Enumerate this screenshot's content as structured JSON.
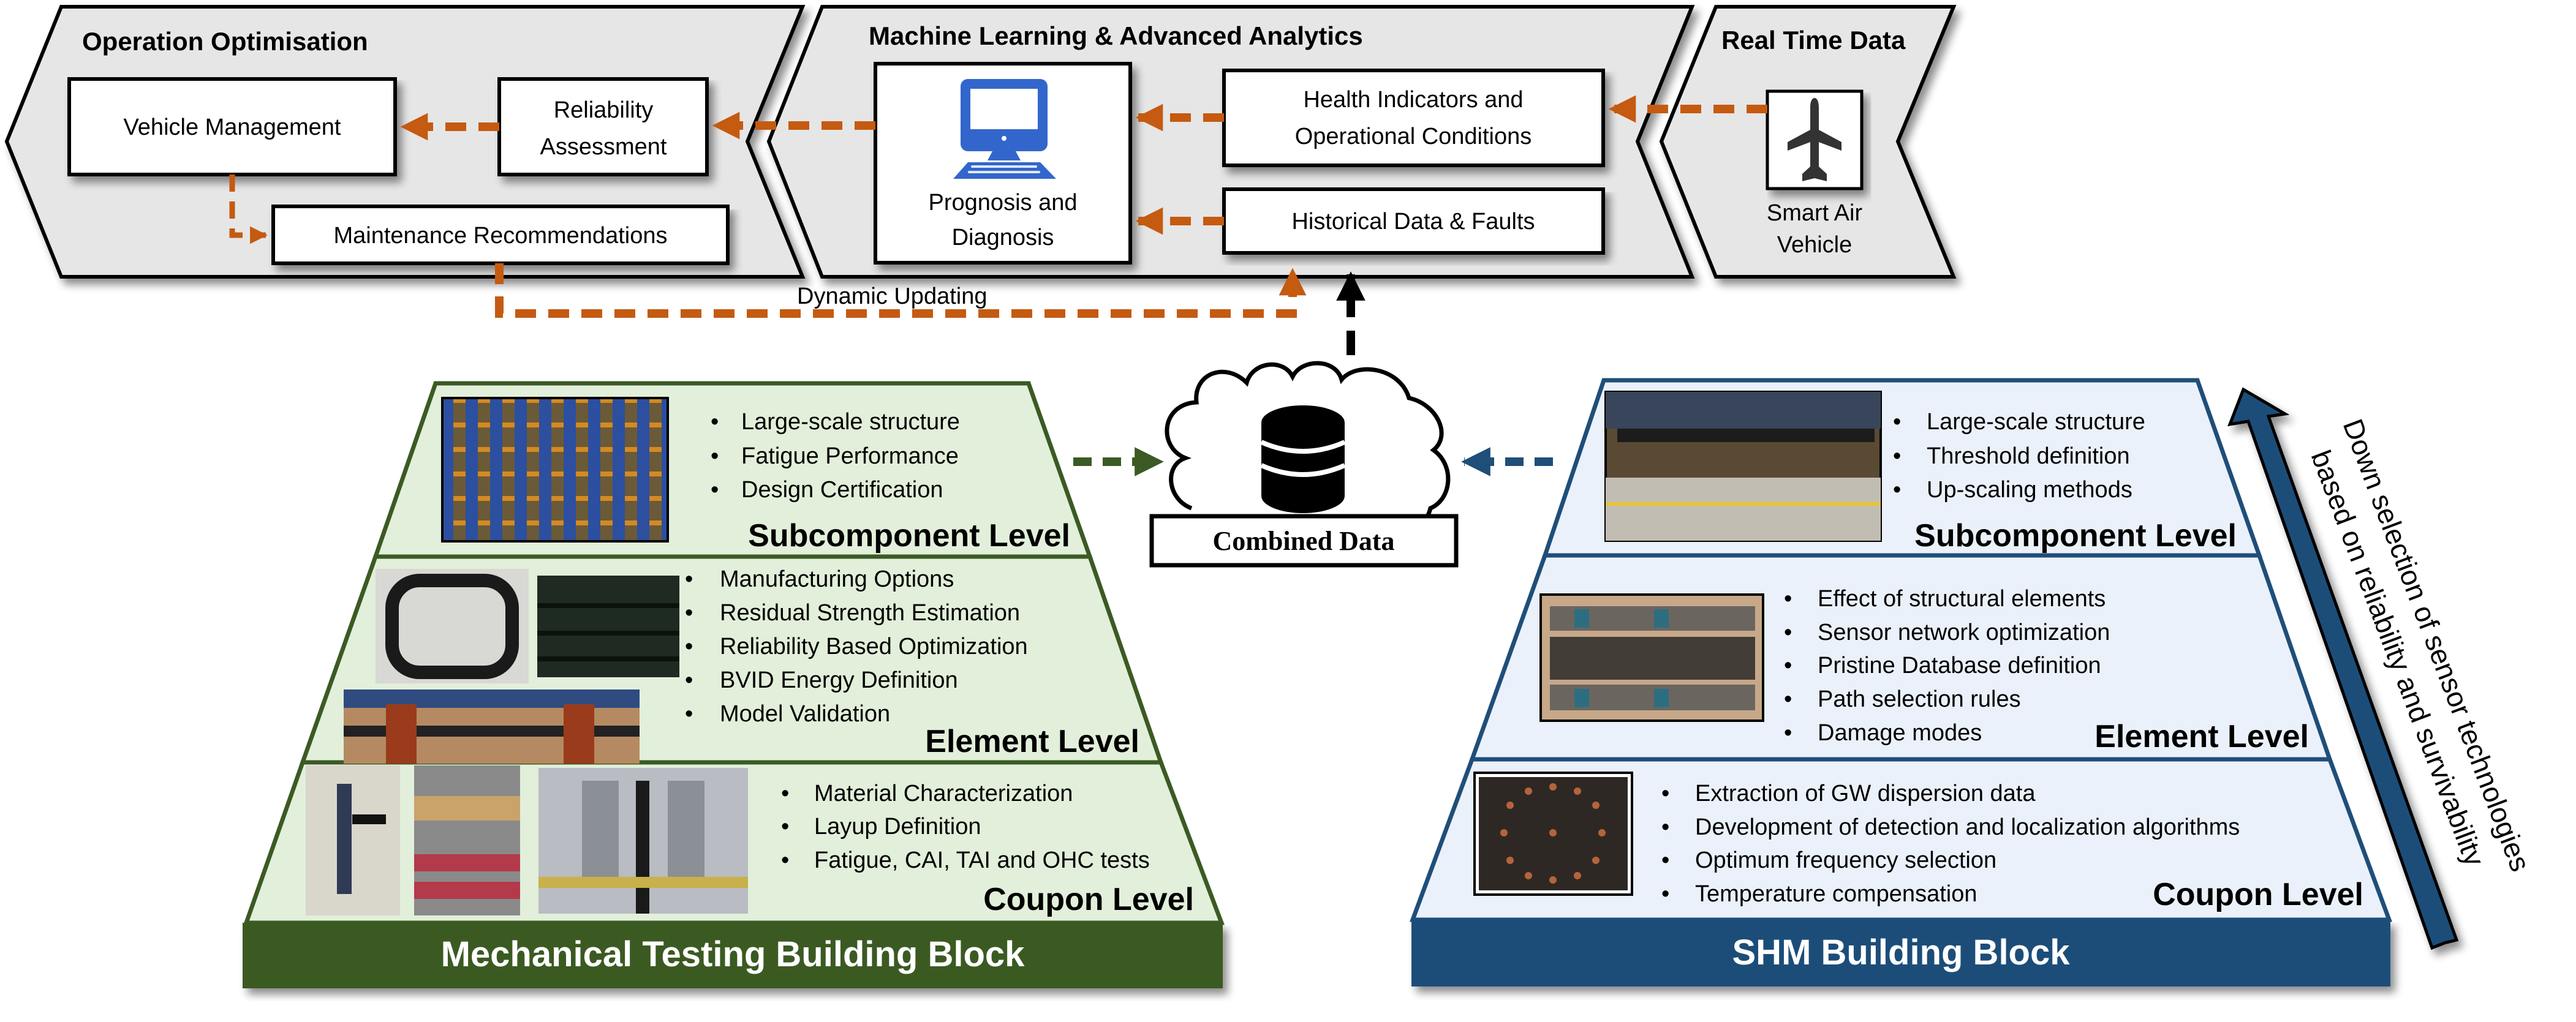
{
  "colors": {
    "panel_fill": "#e6e6e6",
    "orange_arrow": "#c55a11",
    "green_dark": "#3b5a24",
    "green_light": "#e2efda",
    "blue_dark": "#1f4e79",
    "blue_light": "#eaf1fa",
    "monitor_blue": "#3366cc",
    "airplane_gray": "#333333"
  },
  "top_flow": {
    "operation_optimisation": {
      "title": "Operation Optimisation",
      "vehicle_management": "Vehicle Management",
      "reliability_assessment": [
        "Reliability",
        "Assessment"
      ],
      "maintenance_recommendations": "Maintenance Recommendations"
    },
    "ml_analytics": {
      "title": "Machine Learning & Advanced Analytics",
      "prognosis": [
        "Prognosis and",
        "Diagnosis"
      ],
      "prognosis_icon": "computer-monitor-icon",
      "health_indicators": [
        "Health Indicators and",
        "Operational Conditions"
      ],
      "historical_data": "Historical Data & Faults"
    },
    "real_time_data": {
      "title": "Real Time Data",
      "vehicle_icon": "airplane-icon",
      "vehicle_label": [
        "Smart Air",
        "Vehicle"
      ]
    },
    "dynamic_updating_label": "Dynamic Updating"
  },
  "combined_data": {
    "label": "Combined Data",
    "icon": "database-cloud-icon"
  },
  "mechanical_testing": {
    "banner": "Mechanical Testing Building Block",
    "levels": [
      {
        "name": "Subcomponent Level",
        "bullets": [
          "Large-scale structure",
          "Fatigue Performance",
          "Design Certification"
        ]
      },
      {
        "name": "Element Level",
        "bullets": [
          "Manufacturing Options",
          "Residual Strength Estimation",
          "Reliability Based Optimization",
          "BVID Energy Definition",
          "Model Validation"
        ]
      },
      {
        "name": "Coupon Level",
        "bullets": [
          "Material Characterization",
          "Layup Definition",
          "Fatigue, CAI, TAI and OHC tests"
        ]
      }
    ]
  },
  "shm": {
    "banner": "SHM Building Block",
    "levels": [
      {
        "name": "Subcomponent Level",
        "bullets": [
          "Large-scale structure",
          "Threshold definition",
          "Up-scaling methods"
        ]
      },
      {
        "name": "Element Level",
        "bullets": [
          "Effect of structural elements",
          "Sensor network optimization",
          "Pristine Database definition",
          "Path selection rules",
          "Damage modes"
        ]
      },
      {
        "name": "Coupon Level",
        "bullets": [
          "Extraction of GW dispersion data",
          "Development of detection and localization algorithms",
          "Optimum frequency selection",
          "Temperature compensation"
        ]
      }
    ],
    "side_arrow_text": [
      "Down selection of sensor technologies",
      "based on reliability and survivability"
    ]
  }
}
